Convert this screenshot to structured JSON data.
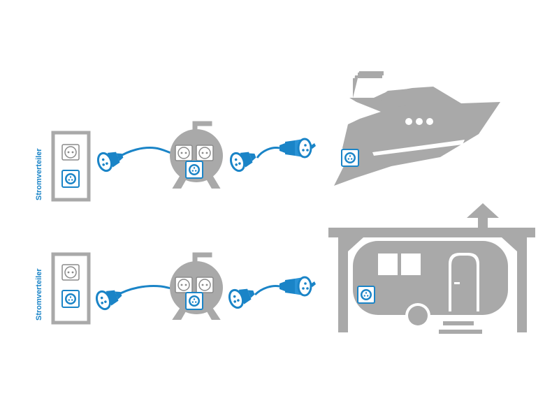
{
  "rows": [
    {
      "label": "Stromverteiler",
      "destination": "boat"
    },
    {
      "label": "Stromverteiler",
      "destination": "caravan"
    }
  ],
  "colors": {
    "gray": "#a9a9a9",
    "blue": "#1a84c7",
    "outline_gray": "#8a8a8a"
  },
  "icons": {
    "panel": "distribution-panel-icon",
    "reel": "cable-reel-icon",
    "plug": "cee-plug-icon",
    "coupler": "cee-coupler-icon",
    "boat": "yacht-icon",
    "caravan": "caravan-carport-icon"
  }
}
